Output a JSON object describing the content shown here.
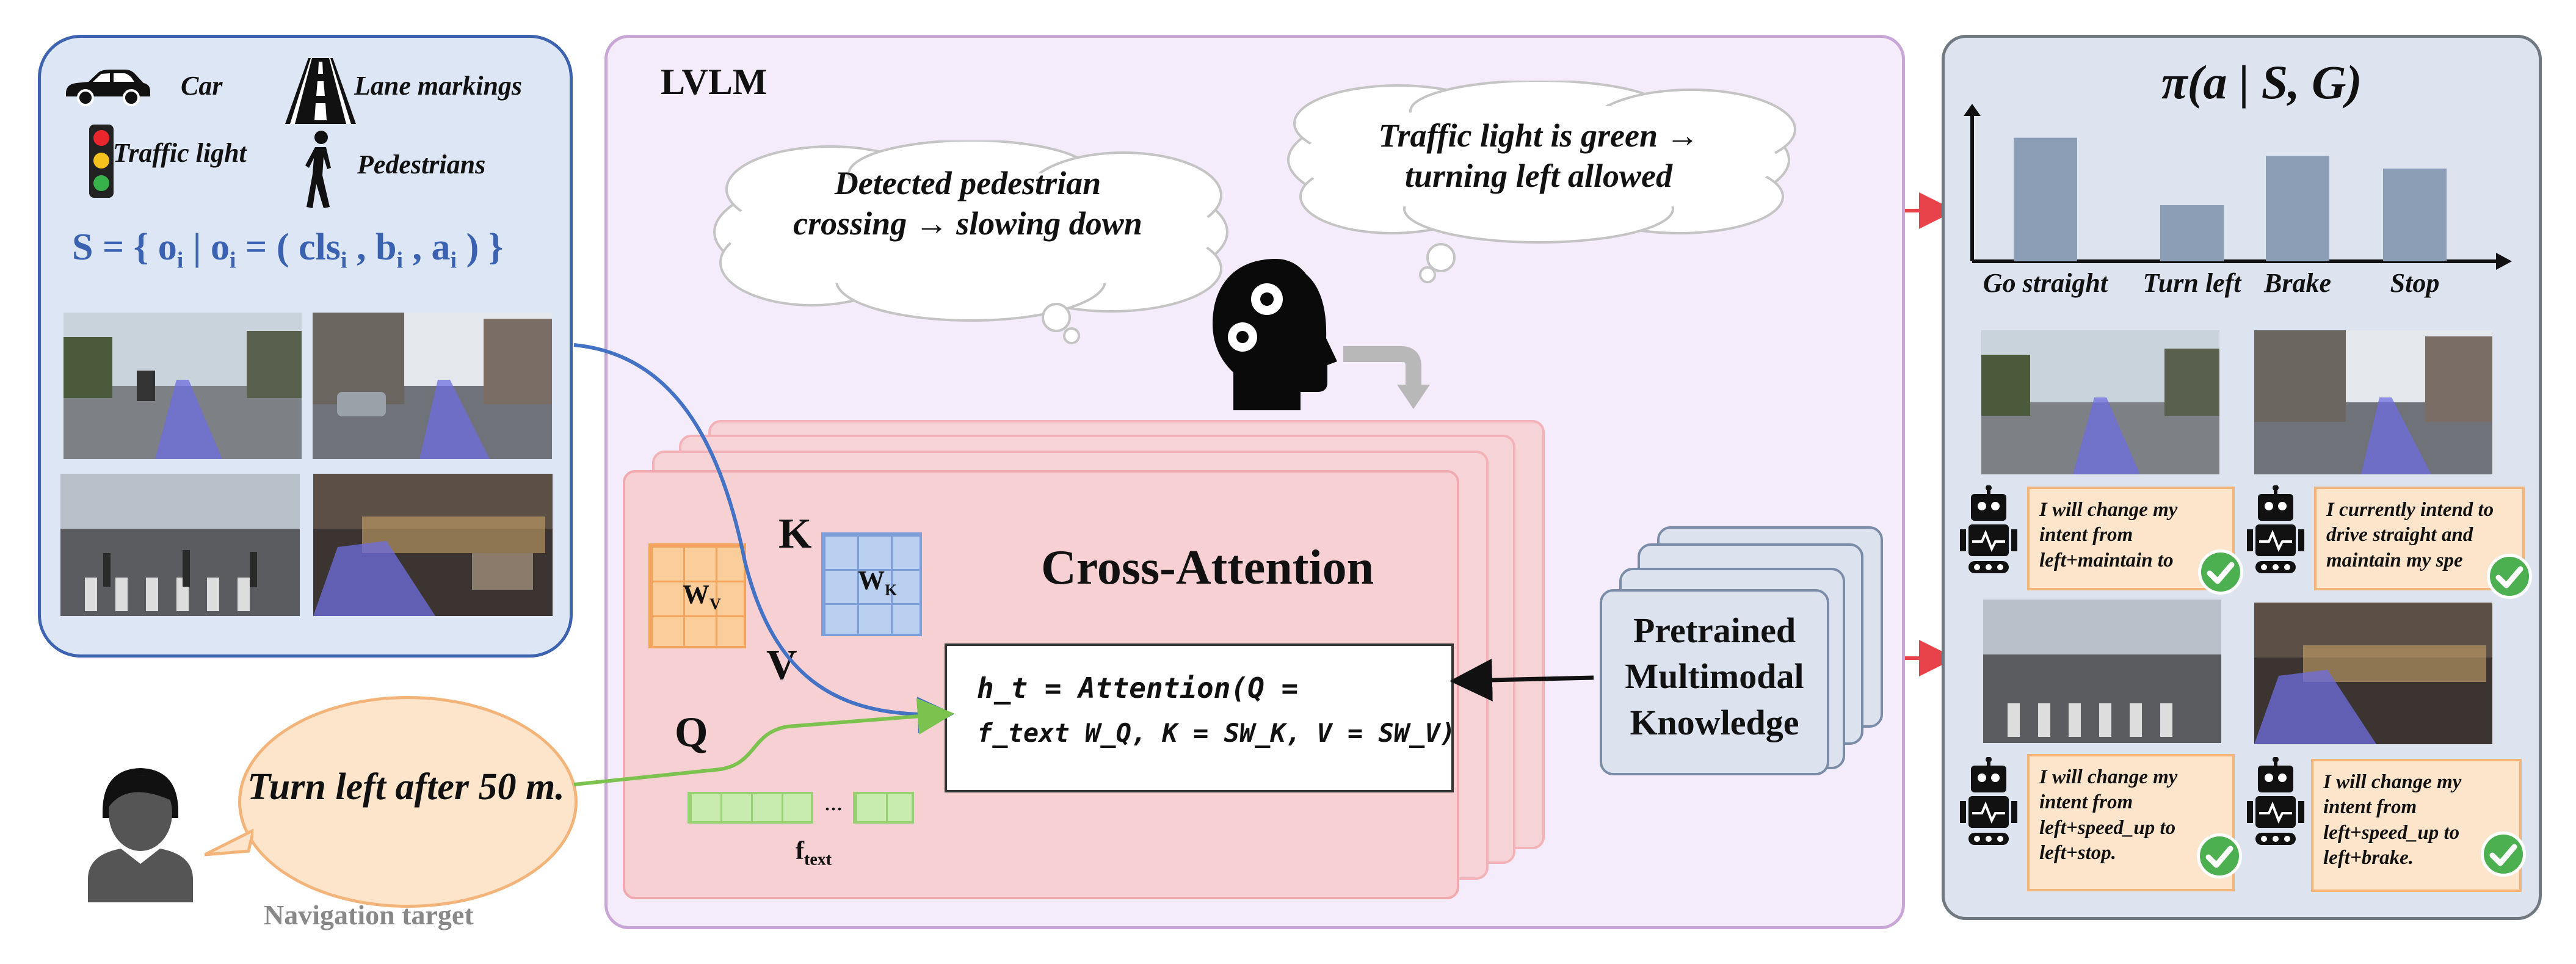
{
  "left_panel": {
    "legend": {
      "car": "Car",
      "lane_markings": "Lane markings",
      "traffic_light": "Traffic light",
      "pedestrians": "Pedestrians"
    },
    "formula_prefix": "S = { o",
    "formula_sub_i1": "i",
    "formula_mid1": " | o",
    "formula_sub_i2": "i",
    "formula_mid2": " = ( cls",
    "formula_sub_i3": "i",
    "formula_mid3": " , b",
    "formula_sub_i4": "i",
    "formula_mid4": " , a",
    "formula_sub_i5": "i",
    "formula_end": " ) }"
  },
  "center_panel": {
    "title": "LVLM",
    "thought_1": "Detected pedestrian crossing → slowing down",
    "thought_2": "Traffic light is green → turning left allowed",
    "cross_attention": "Cross-Attention",
    "k_label": "K",
    "v_label": "V",
    "q_label": "Q",
    "wv": "W",
    "wv_sub": "V",
    "wk": "W",
    "wk_sub": "K",
    "ftext": "f",
    "ftext_sub": "text",
    "ellipsis": "...",
    "equation_line1": "h_t = Attention(Q =",
    "equation_line2": "f_text W_Q, K = SW_K, V = SW_V)",
    "knowledge": "Pretrained Multimodal Knowledge"
  },
  "bottom_left": {
    "speech": "Turn left after 50 m.",
    "caption": "Navigation target"
  },
  "right_panel": {
    "policy_title": "π(a | S, G)",
    "chart_data": {
      "type": "bar",
      "categories": [
        "Go straight",
        "Turn left",
        "Brake",
        "Stop"
      ],
      "values": [
        0.88,
        0.4,
        0.75,
        0.66
      ],
      "title": "π(a | S, G)",
      "xlabel": "",
      "ylabel": "",
      "bar_color": "#8c9db6"
    },
    "speeches": [
      "I will change my intent from left+maintain to",
      "I currently intend to drive straight and maintain my spe",
      "I will change my intent from left+speed_up to left+stop.",
      "I will change my intent from left+speed_up to left+brake."
    ]
  },
  "colors": {
    "left_panel_bg": "#dde6f5",
    "left_panel_border": "#3d62b0",
    "center_bg": "#f4ecfa",
    "center_border": "#c8a6d6",
    "right_bg": "#dde4f0",
    "right_border": "#707880",
    "formula_color": "#3a62b0",
    "attention_red": "#f6d0d2",
    "blue_arrow": "#4472c4",
    "green_arrow": "#7cc24e",
    "red_arrow": "#e8424a"
  }
}
